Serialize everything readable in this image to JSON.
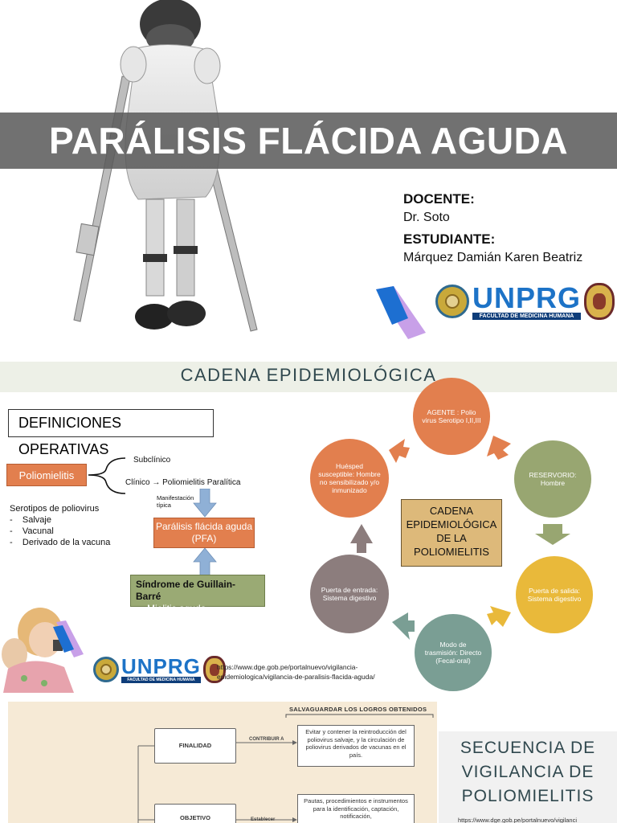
{
  "slide1": {
    "title": "PARÁLISIS FLÁCIDA AGUDA",
    "docente_label": "DOCENTE:",
    "docente_name": "Dr. Soto",
    "estudiante_label": "ESTUDIANTE:",
    "estudiante_name": "Márquez Damián Karen Beatriz",
    "logo": {
      "word": "UNPRG",
      "subtitle": "FACULTAD DE MEDICINA HUMANA"
    }
  },
  "slide2": {
    "banner_title": "CADENA EPIDEMIOLÓGICA",
    "definiciones": {
      "title": "DEFINICIONES OPERATIVAS",
      "poliomielitis": "Poliomielitis",
      "subclinico": "Subclínico",
      "clinico": "Clínico → Poliomielitis Paralítica",
      "manifestacion": "Manifestación típica",
      "serotipos_title": "Serotipos de poliovirus",
      "serotipos": [
        "Salvaje",
        "Vacunal",
        "Derivado de la vacuna"
      ],
      "pfa": "Parálisis flácida aguda (PFA)",
      "gb_bold": "Síndrome de Guillain-Barré",
      "gb_second": "Mielitis aguda"
    },
    "cycle": {
      "center": "CADENA EPIDEMIOLÓGICA DE LA POLIOMIELITIS",
      "nodes": [
        {
          "label": "AGENTE : Polio virus Serotipo I,II,III",
          "color": "#e27f4e"
        },
        {
          "label": "RESERVORIO: Hombre",
          "color": "#98a671"
        },
        {
          "label": "Puerta de salida: Sistema digestivo",
          "color": "#e9b93a"
        },
        {
          "label": "Modo de trasmisión: Directo (Fecal-oral)",
          "color": "#7a9e94"
        },
        {
          "label": "Puerta de entrada: Sistema digestivo",
          "color": "#8c7d7d"
        },
        {
          "label": "Huésped susceptible: Hombre no sensibilizado y/o inmunizado",
          "color": "#e27f4e"
        }
      ],
      "arrow_colors": [
        "#e27f4e",
        "#e27f4e",
        "#98a671",
        "#e9b93a",
        "#7a9e94",
        "#8c7d7d"
      ]
    },
    "url_lines": [
      "https://www.dge.gob.pe/portalnuevo/vigilancia-",
      "epidemiologica/vigilancia-de-paralisis-flacida-aguda/"
    ],
    "logo": {
      "word": "UNPRG",
      "subtitle": "FACULTAD DE MEDICINA HUMANA"
    }
  },
  "slide3": {
    "header": "SALVAGUARDAR LOS LOGROS OBTENIDOS",
    "finalidad": "FINALIDAD",
    "contribuir": "CONTRIBUIR A",
    "finalidad_desc": "Evitar y contener la reintroducción del poliovirus salvaje, y la circulación de poliovirus derivados de vacunas en el país.",
    "objetivo": "OBJETIVO",
    "establecer": "Establecer",
    "objetivo_desc": "Pautas, procedimientos e instrumentos para la identificación, captación, notificación,",
    "title_lines": [
      "SECUENCIA DE",
      "VIGILANCIA DE",
      "POLIOMIELITIS"
    ],
    "url": "https://www.dge.gob.pe/portalnuevo/vigilanci"
  }
}
